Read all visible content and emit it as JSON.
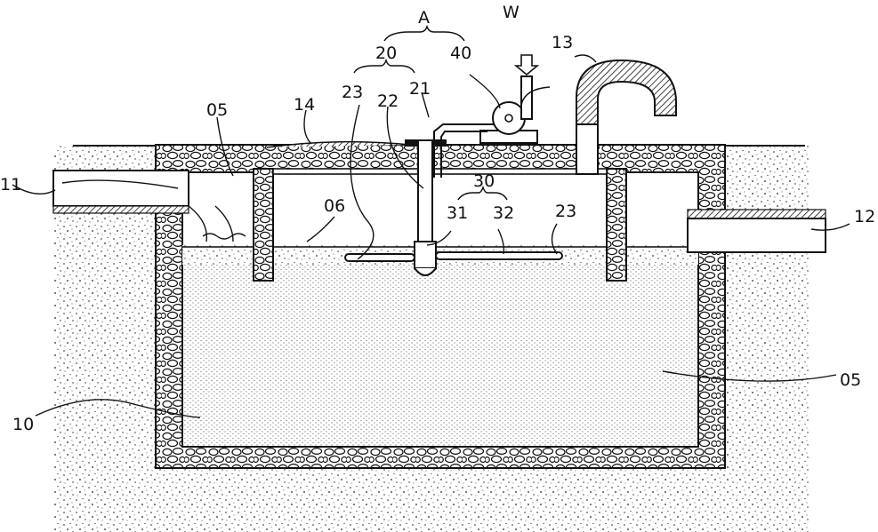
{
  "labels": {
    "A": "A",
    "W": "W",
    "l20": "20",
    "l40": "40",
    "l13": "13",
    "l23a": "23",
    "l21": "21",
    "l22": "22",
    "l14": "14",
    "l05a": "05",
    "l11": "11",
    "l06": "06",
    "l30": "30",
    "l31": "31",
    "l32": "32",
    "l23b": "23",
    "l12": "12",
    "l05b": "05",
    "l10": "10"
  }
}
